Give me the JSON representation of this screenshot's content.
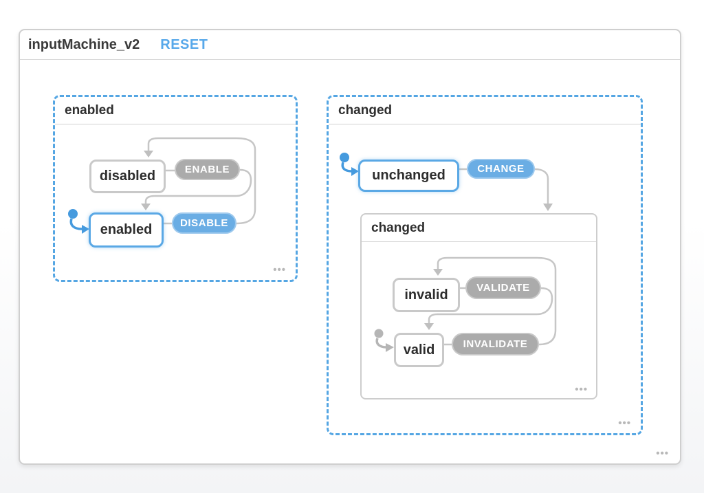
{
  "header": {
    "title": "inputMachine_v2",
    "reset_label": "RESET"
  },
  "ellipsis": "•••",
  "colors": {
    "accent_blue": "#55a6e3",
    "pill_blue": "#6aade4",
    "pill_gray": "#ababab",
    "wire_gray": "#c6c6c6"
  },
  "enabled_region": {
    "label": "enabled",
    "disabled_state": "disabled",
    "enabled_state": "enabled",
    "enable_event": "ENABLE",
    "disable_event": "DISABLE"
  },
  "changed_region": {
    "label": "changed",
    "unchanged_state": "unchanged",
    "change_event": "CHANGE",
    "child": {
      "label": "changed",
      "invalid_state": "invalid",
      "valid_state": "valid",
      "validate_event": "VALIDATE",
      "invalidate_event": "INVALIDATE"
    }
  }
}
